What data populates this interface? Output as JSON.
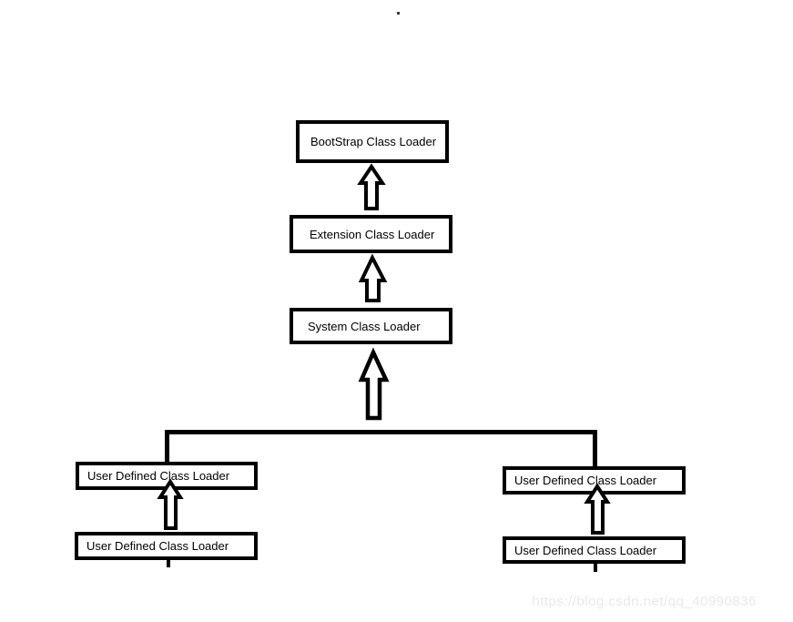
{
  "diagram": {
    "nodes": {
      "bootstrap": {
        "label": "BootStrap Class Loader"
      },
      "extension": {
        "label": "Extension Class Loader"
      },
      "system": {
        "label": "System Class Loader"
      },
      "user_left_parent": {
        "label": "User Defined Class Loader"
      },
      "user_left_child": {
        "label": "User Defined Class Loader"
      },
      "user_right_parent": {
        "label": "User Defined Class Loader"
      },
      "user_right_child": {
        "label": "User Defined Class Loader"
      }
    },
    "edges": [
      {
        "from": "extension",
        "to": "bootstrap",
        "style": "hollow-up-arrow"
      },
      {
        "from": "system",
        "to": "extension",
        "style": "hollow-up-arrow"
      },
      {
        "from": "user-branch",
        "to": "system",
        "style": "hollow-up-arrow-large"
      },
      {
        "from": "user_left_child",
        "to": "user_left_parent",
        "style": "hollow-up-arrow"
      },
      {
        "from": "user_right_child",
        "to": "user_right_parent",
        "style": "hollow-up-arrow"
      },
      {
        "from": "user_left_parent",
        "to": "user-branch",
        "style": "elbow-line"
      },
      {
        "from": "user_right_parent",
        "to": "user-branch",
        "style": "elbow-line"
      }
    ],
    "colors": {
      "line": "#000000",
      "node_fill": "#ffffff",
      "background": "#ffffff"
    }
  },
  "watermark": {
    "text": "https://blog.csdn.net/qq_40990836",
    "color": "#e9e9e9"
  }
}
